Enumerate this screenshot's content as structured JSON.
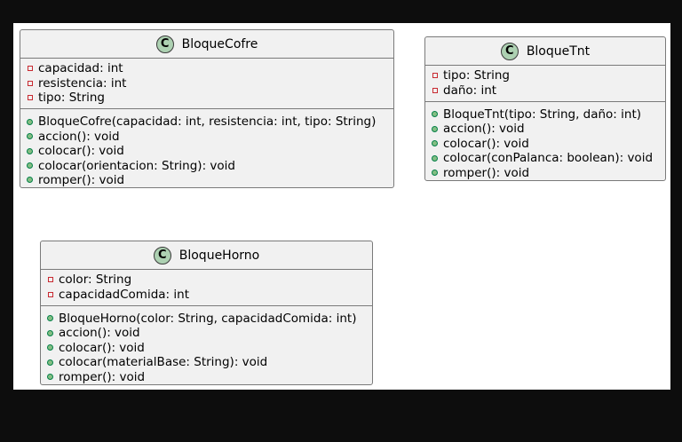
{
  "diagram": {
    "classes": [
      {
        "name": "BloqueCofre",
        "attributes": [
          {
            "visibility": "private",
            "text": "capacidad: int"
          },
          {
            "visibility": "private",
            "text": "resistencia: int"
          },
          {
            "visibility": "private",
            "text": "tipo: String"
          }
        ],
        "methods": [
          {
            "visibility": "public",
            "text": "BloqueCofre(capacidad: int, resistencia: int, tipo: String)"
          },
          {
            "visibility": "public",
            "text": "accion(): void"
          },
          {
            "visibility": "public",
            "text": "colocar(): void"
          },
          {
            "visibility": "public",
            "text": "colocar(orientacion: String): void"
          },
          {
            "visibility": "public",
            "text": "romper(): void"
          }
        ]
      },
      {
        "name": "BloqueTnt",
        "attributes": [
          {
            "visibility": "private",
            "text": "tipo: String"
          },
          {
            "visibility": "private",
            "text": "daño: int"
          }
        ],
        "methods": [
          {
            "visibility": "public",
            "text": "BloqueTnt(tipo: String, daño: int)"
          },
          {
            "visibility": "public",
            "text": "accion(): void"
          },
          {
            "visibility": "public",
            "text": "colocar(): void"
          },
          {
            "visibility": "public",
            "text": "colocar(conPalanca: boolean): void"
          },
          {
            "visibility": "public",
            "text": "romper(): void"
          }
        ]
      },
      {
        "name": "BloqueHorno",
        "attributes": [
          {
            "visibility": "private",
            "text": "color: String"
          },
          {
            "visibility": "private",
            "text": "capacidadComida: int"
          }
        ],
        "methods": [
          {
            "visibility": "public",
            "text": "BloqueHorno(color: String, capacidadComida: int)"
          },
          {
            "visibility": "public",
            "text": "accion(): void"
          },
          {
            "visibility": "public",
            "text": "colocar(): void"
          },
          {
            "visibility": "public",
            "text": "colocar(materialBase: String): void"
          },
          {
            "visibility": "public",
            "text": "romper(): void"
          }
        ]
      }
    ],
    "class_icon_letter": "C",
    "colors": {
      "class_fill": "#f1f1f1",
      "class_border": "#7a7a7a",
      "icon_fill": "#add1b2",
      "private_marker": "#c82930",
      "public_marker": "#84be84"
    }
  }
}
